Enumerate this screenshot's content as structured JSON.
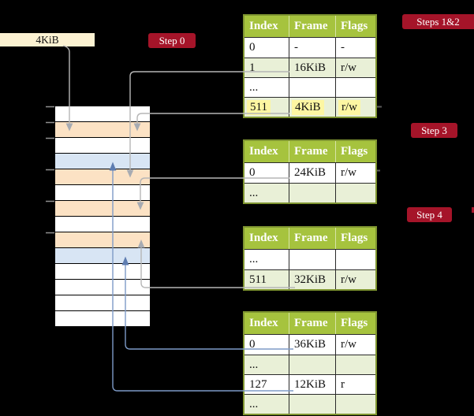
{
  "palette": {
    "badge-red": "#a51429",
    "header-green": "#a6c33e",
    "table-border": "#7f9531",
    "row-green": "#e9f0d7",
    "row-orange": "#fce2c4",
    "row-blue": "#d8e5f4",
    "cream": "#fcf2d2",
    "hl-yellow": "#fdf6a2",
    "line-gray": "#b6b6b6",
    "arrow-gray": "#a7abb2",
    "line-blue": "#7e9bc7",
    "arrow-blue": "#5d7cb0"
  },
  "page_size_box": {
    "label": "4KiB"
  },
  "badges": {
    "step0": "Step 0",
    "steps12": "Steps 1&2",
    "step3": "Step 3",
    "step4": "Step 4"
  },
  "memory": {
    "row_colors": [
      "white",
      "orange",
      "white",
      "blue",
      "orange",
      "white",
      "orange",
      "white",
      "orange",
      "blue",
      "white",
      "white",
      "white",
      "white"
    ]
  },
  "tables": [
    {
      "headers": [
        "Index",
        "Frame",
        "Flags"
      ],
      "rows": [
        {
          "cells": [
            "0",
            "-",
            "-"
          ]
        },
        {
          "cells": [
            "1",
            "16KiB",
            "r/w"
          ]
        },
        {
          "cells": [
            "...",
            "",
            ""
          ]
        },
        {
          "cells": [
            "511",
            "4KiB",
            "r/w"
          ]
        }
      ]
    },
    {
      "headers": [
        "Index",
        "Frame",
        "Flags"
      ],
      "rows": [
        {
          "cells": [
            "0",
            "24KiB",
            "r/w"
          ]
        },
        {
          "cells": [
            "...",
            "",
            ""
          ]
        }
      ]
    },
    {
      "headers": [
        "Index",
        "Frame",
        "Flags"
      ],
      "rows": [
        {
          "cells": [
            "...",
            "",
            ""
          ]
        },
        {
          "cells": [
            "511",
            "32KiB",
            "r/w"
          ]
        }
      ]
    },
    {
      "headers": [
        "Index",
        "Frame",
        "Flags"
      ],
      "rows": [
        {
          "cells": [
            "0",
            "36KiB",
            "r/w"
          ]
        },
        {
          "cells": [
            "...",
            "",
            ""
          ]
        },
        {
          "cells": [
            "127",
            "12KiB",
            "r"
          ]
        },
        {
          "cells": [
            "...",
            "",
            ""
          ]
        }
      ]
    }
  ]
}
